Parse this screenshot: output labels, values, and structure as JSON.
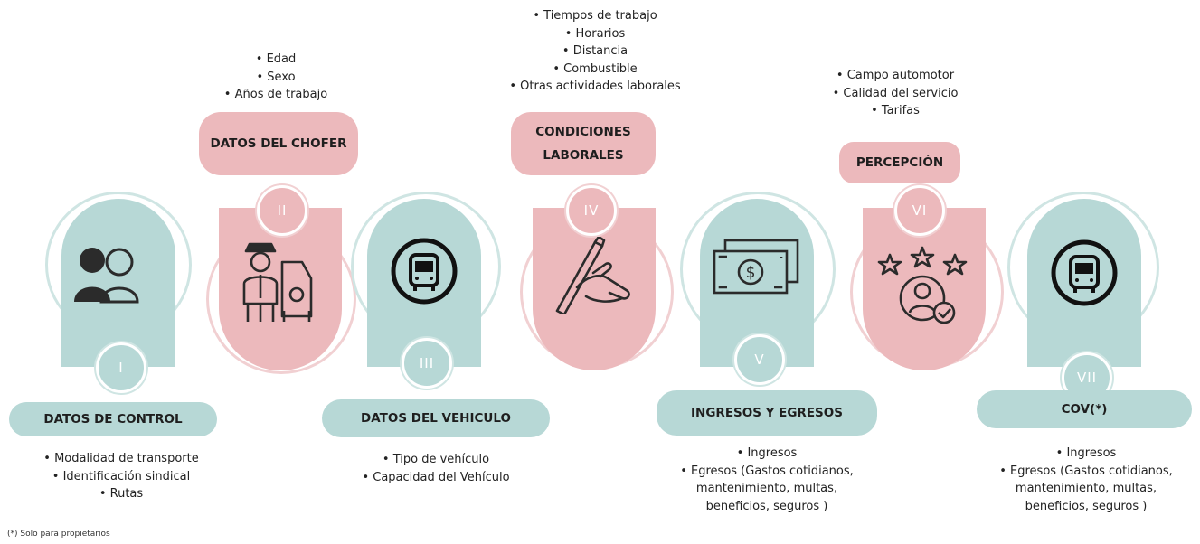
{
  "stages": [
    {
      "numeral": "I",
      "title": "DATOS DE CONTROL",
      "items": [
        "Modalidad de transporte",
        "Identificación sindical",
        "Rutas"
      ],
      "icon": "people-icon",
      "color": "teal"
    },
    {
      "numeral": "II",
      "title": "DATOS DEL CHOFER",
      "items": [
        "Edad",
        "Sexo",
        "Años de trabajo"
      ],
      "icon": "driver-icon",
      "color": "pink"
    },
    {
      "numeral": "III",
      "title": "DATOS DEL VEHICULO",
      "items": [
        "Tipo de vehículo",
        "Capacidad del Vehículo"
      ],
      "icon": "bus-icon",
      "color": "teal"
    },
    {
      "numeral": "IV",
      "title_lines": [
        "CONDICIONES",
        "LABORALES"
      ],
      "items": [
        "Tiempos de trabajo",
        "Horarios",
        "Distancia",
        "Combustible",
        "Otras actividades laborales"
      ],
      "icon": "hand-pen-icon",
      "color": "pink"
    },
    {
      "numeral": "V",
      "title": "INGRESOS Y EGRESOS",
      "items": [
        "Ingresos",
        "Egresos (Gastos cotidianos,",
        "mantenimiento, multas,",
        "beneficios, seguros )"
      ],
      "icon": "money-icon",
      "color": "teal"
    },
    {
      "numeral": "VI",
      "title": "PERCEPCIÓN",
      "items": [
        "Campo automotor",
        "Calidad del servicio",
        "Tarifas"
      ],
      "icon": "rating-icon",
      "color": "pink"
    },
    {
      "numeral": "VII",
      "title": "COV(*)",
      "items": [
        "Ingresos",
        "Egresos (Gastos cotidianos,",
        "mantenimiento, multas,",
        "beneficios, seguros )"
      ],
      "icon": "bus-icon",
      "color": "teal"
    }
  ],
  "footnote": "(*) Solo para propietarios",
  "colors": {
    "teal": "#b7d8d6",
    "pink": "#ecb9bc",
    "ring_teal": "#cfe5e3",
    "ring_pink": "#f1d0d2"
  }
}
